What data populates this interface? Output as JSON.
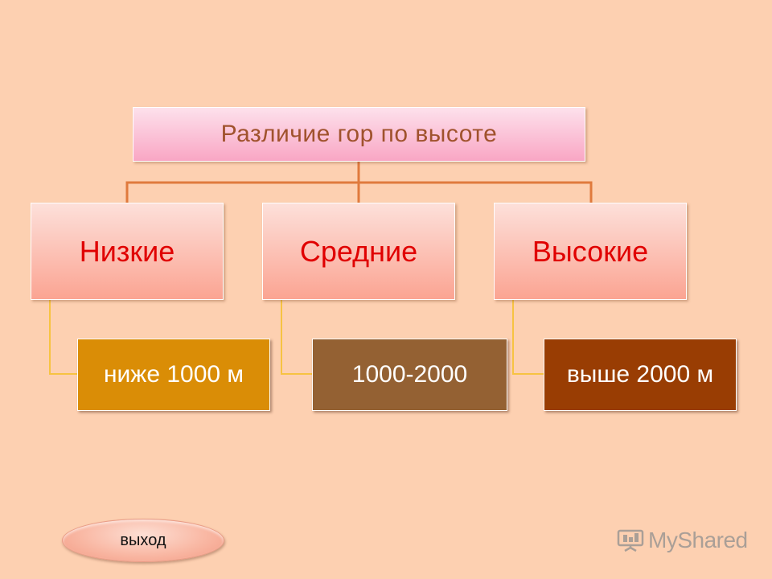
{
  "diagram": {
    "root": {
      "label": "Различие гор по высоте"
    },
    "categories": [
      {
        "label": "Низкие",
        "value": "ниже 1000 м"
      },
      {
        "label": "Средние",
        "value": "1000-2000"
      },
      {
        "label": "Высокие",
        "value": "выше 2000 м"
      }
    ]
  },
  "controls": {
    "exit_label": "выход"
  },
  "watermark": {
    "text": "MyShared"
  },
  "colors": {
    "background": "#fdd0b1",
    "root_text": "#a0522d",
    "category_text": "#e00000",
    "value_low": "#da8d06",
    "value_mid": "#946133",
    "value_high": "#993d03",
    "connector_main": "#e07a3d",
    "connector_branch": "#f7c342"
  }
}
